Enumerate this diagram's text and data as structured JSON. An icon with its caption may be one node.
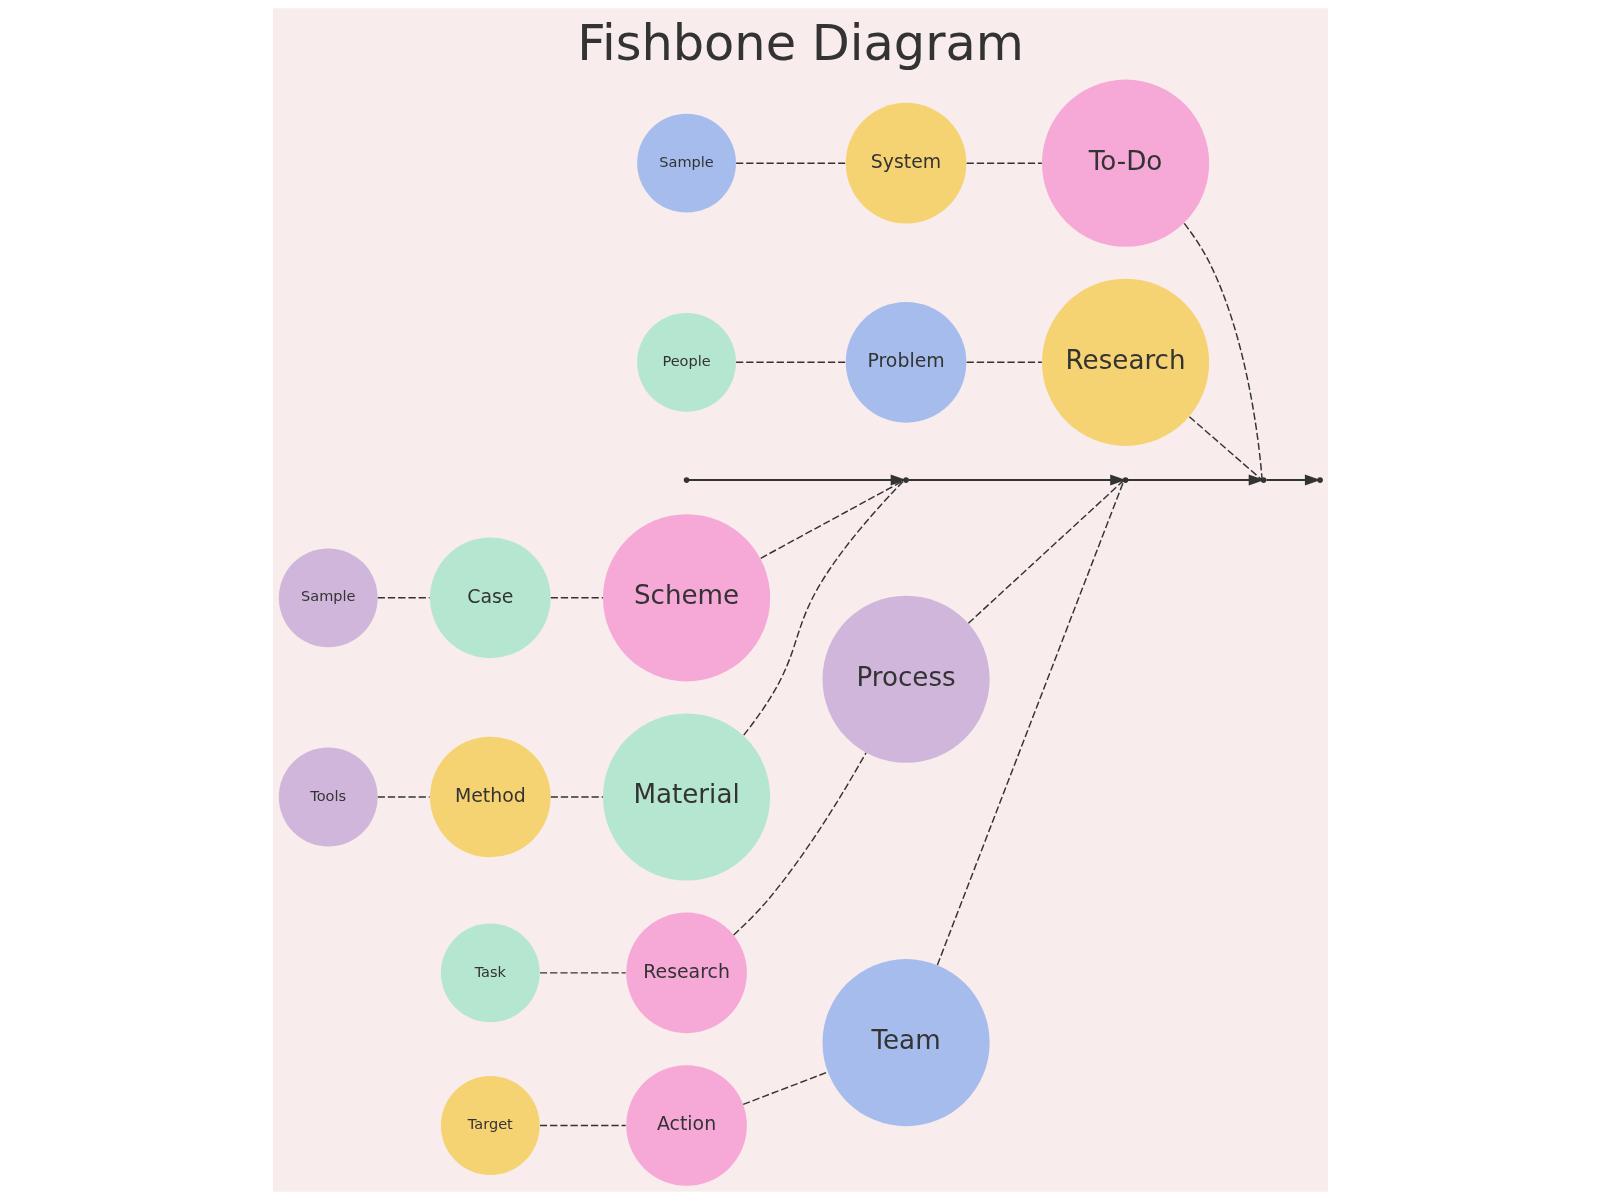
{
  "diagram": {
    "title": "Fishbone Diagram",
    "nodes": [
      {
        "text": [
          "Tools"
        ]
      },
      {
        "text": [
          "Method"
        ]
      },
      {
        "text": [
          "Material"
        ]
      },
      {
        "text": [
          "Task"
        ]
      },
      {
        "text": [
          "Research"
        ]
      },
      {
        "text": [
          "Process"
        ]
      },
      {
        "text": [
          "Sample"
        ]
      },
      {
        "text": [
          "System"
        ]
      },
      {
        "text": [
          "To-Do"
        ]
      },
      {
        "text": [],
        "shape": "point"
      },
      {
        "text": [],
        "shape": "point"
      },
      {
        "text": [],
        "shape": "point"
      },
      {
        "text": [],
        "shape": "point"
      },
      {
        "text": [],
        "shape": "point"
      },
      {
        "text": [
          "Scheme"
        ]
      },
      {
        "text": [
          "Team"
        ]
      },
      {
        "text": [
          "Research"
        ]
      },
      {
        "text": [
          "Case"
        ]
      },
      {
        "text": [
          "Action"
        ]
      },
      {
        "text": [
          "Problem"
        ]
      },
      {
        "text": [
          "Sample"
        ]
      },
      {
        "text": [
          "Target"
        ]
      },
      {
        "text": [
          "People"
        ]
      }
    ],
    "edges": [
      {
        "from": 9,
        "to": 10,
        "arrow": "to"
      },
      {
        "from": 10,
        "to": 11,
        "arrow": "to"
      },
      {
        "from": 11,
        "to": 12,
        "arrow": "to"
      },
      {
        "from": 12,
        "to": 13,
        "arrow": "to"
      },
      {
        "from": 0,
        "to": 1,
        "arrow": "none",
        "style": "dashed"
      },
      {
        "from": 1,
        "to": 2,
        "arrow": "none",
        "style": "dashed"
      },
      {
        "from": 2,
        "to": 10,
        "arrow": "none",
        "style": "dashed"
      },
      {
        "from": 20,
        "to": 17,
        "arrow": "none",
        "style": "dashed"
      },
      {
        "from": 17,
        "to": 14,
        "arrow": "none",
        "style": "dashed"
      },
      {
        "from": 14,
        "to": 10,
        "arrow": "none",
        "style": "dashed"
      },
      {
        "from": 3,
        "to": 4,
        "arrow": "none",
        "style": "dashed"
      },
      {
        "from": 4,
        "to": 5,
        "arrow": "none",
        "style": "dashed"
      },
      {
        "from": 5,
        "to": 11,
        "arrow": "none",
        "style": "dashed"
      },
      {
        "from": 21,
        "to": 18,
        "arrow": "none",
        "style": "dashed"
      },
      {
        "from": 18,
        "to": 15,
        "arrow": "none",
        "style": "dashed"
      },
      {
        "from": 15,
        "to": 11,
        "arrow": "none",
        "style": "dashed"
      },
      {
        "from": 6,
        "to": 7,
        "arrow": "none",
        "style": "dashed"
      },
      {
        "from": 7,
        "to": 8,
        "arrow": "none",
        "style": "dashed"
      },
      {
        "from": 8,
        "to": 12,
        "arrow": "none",
        "style": "dashed"
      },
      {
        "from": 22,
        "to": 19,
        "arrow": "none",
        "style": "dashed"
      },
      {
        "from": 19,
        "to": 16,
        "arrow": "none",
        "style": "dashed"
      },
      {
        "from": 16,
        "to": 12,
        "arrow": "none",
        "style": "dashed"
      }
    ]
  }
}
